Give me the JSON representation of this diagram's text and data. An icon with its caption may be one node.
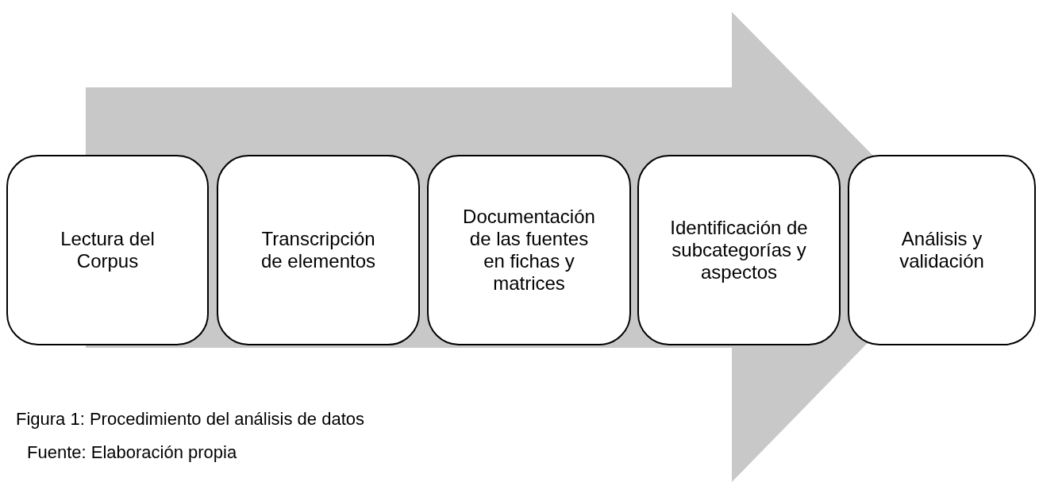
{
  "diagram": {
    "caption": "Figura 1: Procedimiento del análisis de datos",
    "nodes": [
      {
        "text": [
          "Lectura del Corpus"
        ]
      },
      {
        "text": [
          "Transcripción de elementos"
        ]
      },
      {
        "text": [
          "Documentación de las fuentes en fichas y matrices"
        ]
      },
      {
        "text": [
          "Identificación de subcategorías y aspectos"
        ]
      },
      {
        "text": [
          "Análisis y validación"
        ]
      }
    ],
    "edges": [
      {
        "from": 0,
        "to": 4,
        "arrow": "to"
      }
    ],
    "labels": [
      "Fuente: Elaboración propia"
    ]
  }
}
